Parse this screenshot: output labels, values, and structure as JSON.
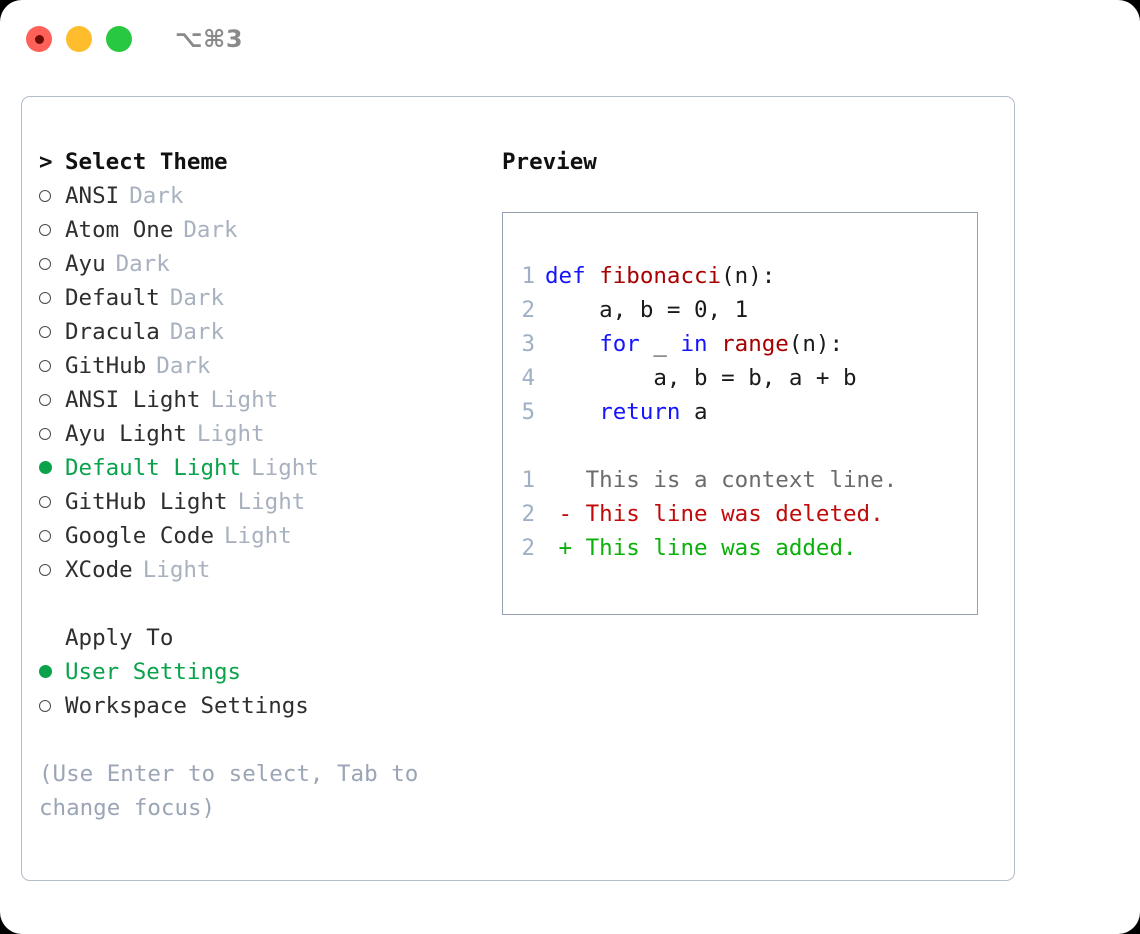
{
  "window": {
    "traffic_lights": [
      {
        "name": "close",
        "color": "#ff6159"
      },
      {
        "name": "minimize",
        "color": "#ffbd2e"
      },
      {
        "name": "zoom",
        "color": "#28c840"
      }
    ],
    "shortcut_label": "⌥⌘3"
  },
  "theme_picker": {
    "header_marker": ">",
    "header_label": "Select Theme",
    "items": [
      {
        "marker": "circle-empty",
        "label": "ANSI",
        "kind": "Dark",
        "selected": false
      },
      {
        "marker": "circle-empty",
        "label": "Atom One",
        "kind": "Dark",
        "selected": false
      },
      {
        "marker": "circle-empty",
        "label": "Ayu",
        "kind": "Dark",
        "selected": false
      },
      {
        "marker": "circle-empty",
        "label": "Default",
        "kind": "Dark",
        "selected": false
      },
      {
        "marker": "circle-empty",
        "label": "Dracula",
        "kind": "Dark",
        "selected": false
      },
      {
        "marker": "circle-empty",
        "label": "GitHub",
        "kind": "Dark",
        "selected": false
      },
      {
        "marker": "circle-empty",
        "label": "ANSI Light",
        "kind": "Light",
        "selected": false
      },
      {
        "marker": "circle-empty",
        "label": "Ayu Light",
        "kind": "Light",
        "selected": false
      },
      {
        "marker": "circle-filled",
        "label": "Default Light",
        "kind": "Light",
        "selected": true
      },
      {
        "marker": "circle-empty",
        "label": "GitHub Light",
        "kind": "Light",
        "selected": false
      },
      {
        "marker": "circle-empty",
        "label": "Google Code",
        "kind": "Light",
        "selected": false
      },
      {
        "marker": "circle-empty",
        "label": "XCode",
        "kind": "Light",
        "selected": false
      }
    ]
  },
  "apply_to": {
    "title": "Apply To",
    "options": [
      {
        "marker": "circle-filled",
        "label": "User Settings",
        "selected": true
      },
      {
        "marker": "circle-empty",
        "label": "Workspace Settings",
        "selected": false
      }
    ]
  },
  "hint": "(Use Enter to select, Tab to change focus)",
  "preview": {
    "title": "Preview",
    "code_lines": [
      {
        "number": "1",
        "tokens": [
          {
            "text": "def ",
            "type": "keyword"
          },
          {
            "text": "fibonacci",
            "type": "function"
          },
          {
            "text": "(n):",
            "type": "plain"
          }
        ]
      },
      {
        "number": "2",
        "tokens": [
          {
            "text": "    a, b = 0, 1",
            "type": "plain"
          }
        ]
      },
      {
        "number": "3",
        "tokens": [
          {
            "text": "    ",
            "type": "plain"
          },
          {
            "text": "for",
            "type": "keyword"
          },
          {
            "text": " _ ",
            "type": "plain"
          },
          {
            "text": "in",
            "type": "keyword"
          },
          {
            "text": " ",
            "type": "plain"
          },
          {
            "text": "range",
            "type": "function"
          },
          {
            "text": "(n):",
            "type": "plain"
          }
        ]
      },
      {
        "number": "4",
        "tokens": [
          {
            "text": "        a, b = b, a + b",
            "type": "plain"
          }
        ]
      },
      {
        "number": "5",
        "tokens": [
          {
            "text": "    ",
            "type": "plain"
          },
          {
            "text": "return",
            "type": "keyword"
          },
          {
            "text": " a",
            "type": "plain"
          }
        ]
      }
    ],
    "diff_lines": [
      {
        "number": "1",
        "sign": "  ",
        "text": "This is a context line.",
        "type": "context"
      },
      {
        "number": "2",
        "sign": "- ",
        "text": "This line was deleted.",
        "type": "deleted"
      },
      {
        "number": "2",
        "sign": "+ ",
        "text": "This line was added.",
        "type": "added"
      }
    ]
  },
  "colors": {
    "accent_green": "#0aa34c",
    "diff_added": "#0ab10a",
    "diff_deleted": "#c10a0a",
    "keyword_blue": "#1414ff",
    "function_red": "#a80000",
    "muted": "#a8b1bf",
    "border": "#b3bcc9"
  }
}
